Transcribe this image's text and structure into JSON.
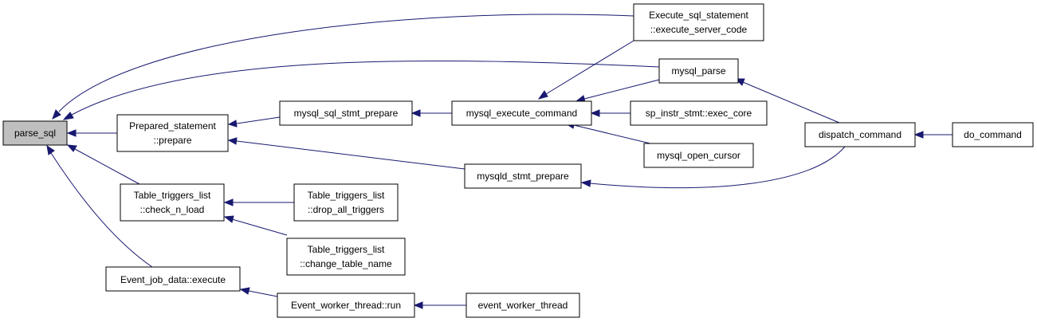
{
  "colors": {
    "edge": "#191970",
    "root_fill": "#bfbfbf",
    "node_fill": "#ffffff",
    "border": "#000000"
  },
  "nodes": {
    "parse_sql": [
      "parse_sql"
    ],
    "prepared_statement_prepare": [
      "Prepared_statement",
      "::prepare"
    ],
    "table_triggers_check_n_load": [
      "Table_triggers_list",
      "::check_n_load"
    ],
    "event_job_data_execute": [
      "Event_job_data::execute"
    ],
    "mysql_sql_stmt_prepare": [
      "mysql_sql_stmt_prepare"
    ],
    "table_triggers_drop_all": [
      "Table_triggers_list",
      "::drop_all_triggers"
    ],
    "table_triggers_change_name": [
      "Table_triggers_list",
      "::change_table_name"
    ],
    "event_worker_thread_run": [
      "Event_worker_thread::run"
    ],
    "mysql_execute_command": [
      "mysql_execute_command"
    ],
    "mysqld_stmt_prepare": [
      "mysqld_stmt_prepare"
    ],
    "event_worker_thread": [
      "event_worker_thread"
    ],
    "execute_sql_statement": [
      "Execute_sql_statement",
      "::execute_server_code"
    ],
    "mysql_parse": [
      "mysql_parse"
    ],
    "sp_instr_stmt_exec_core": [
      "sp_instr_stmt::exec_core"
    ],
    "mysql_open_cursor": [
      "mysql_open_cursor"
    ],
    "dispatch_command": [
      "dispatch_command"
    ],
    "do_command": [
      "do_command"
    ]
  }
}
